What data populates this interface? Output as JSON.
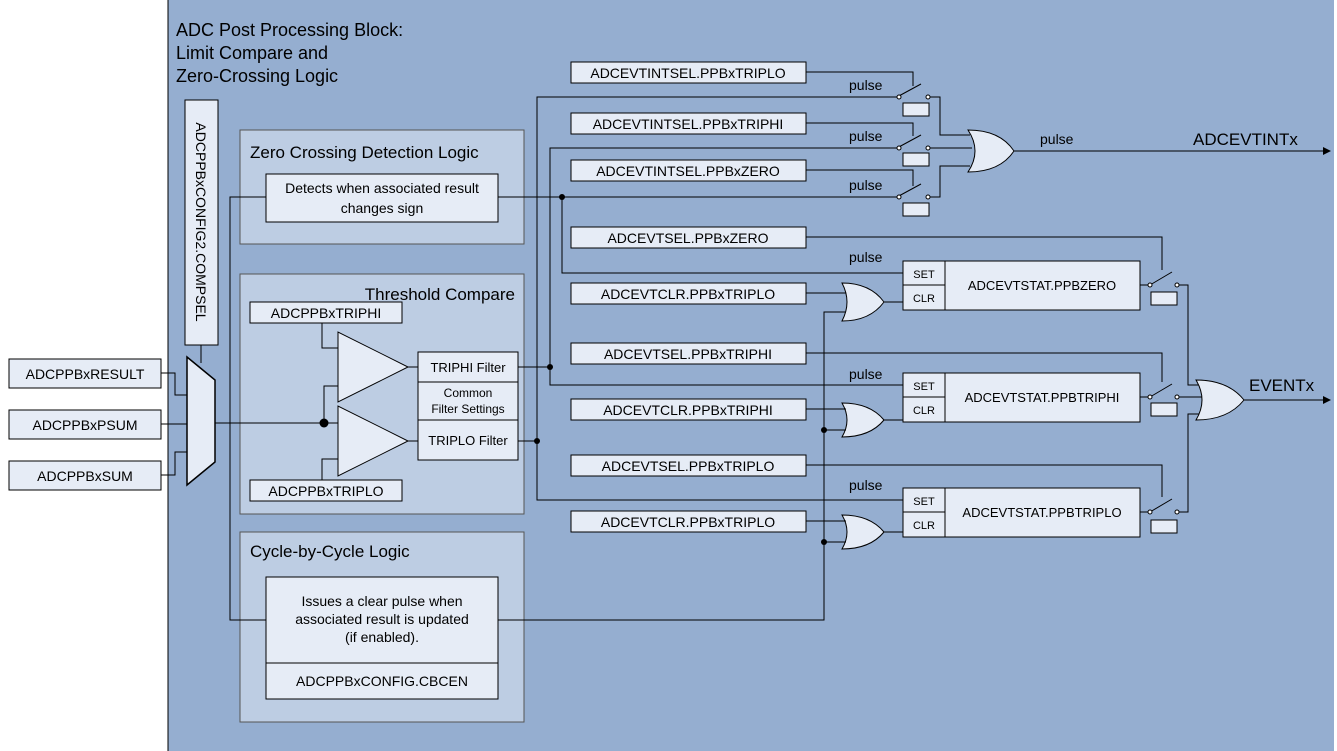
{
  "block": {
    "title_lines": [
      "ADC Post Processing Block:",
      "Limit Compare and",
      "Zero-Crossing Logic"
    ]
  },
  "inputs": {
    "result": "ADCPPBxRESULT",
    "psum": "ADCPPBxPSUM",
    "sum": "ADCPPBxSUM",
    "mux_select": "ADCPPBxCONFIG2.COMPSEL"
  },
  "zero_crossing": {
    "title": "Zero Crossing Detection Logic",
    "detector_lines": [
      "Detects when associated result",
      "changes sign"
    ]
  },
  "threshold": {
    "title": "Threshold Compare",
    "triphi": "ADCPPBxTRIPHI",
    "triplo": "ADCPPBxTRIPLO",
    "triphi_filter": "TRIPHI Filter",
    "triplo_filter": "TRIPLO Filter",
    "common_filter_lines": [
      "Common",
      "Filter Settings"
    ]
  },
  "cbc": {
    "title": "Cycle-by-Cycle Logic",
    "desc_lines": [
      "Issues a clear pulse when",
      "associated result is updated",
      "(if enabled)."
    ],
    "enable": "ADCPPBxCONFIG.CBCEN"
  },
  "interrupt_selects": {
    "triplo": "ADCEVTINTSEL.PPBxTRIPLO",
    "triphi": "ADCEVTINTSEL.PPBxTRIPHI",
    "zero": "ADCEVTINTSEL.PPBxZERO"
  },
  "event_path": {
    "sel_zero": "ADCEVTSEL.PPBxZERO",
    "clr_triplo_1": "ADCEVTCLR.PPBxTRIPLO",
    "sel_triphi": "ADCEVTSEL.PPBxTRIPHI",
    "clr_triphi": "ADCEVTCLR.PPBxTRIPHI",
    "sel_triplo": "ADCEVTSEL.PPBxTRIPLO",
    "clr_triplo_2": "ADCEVTCLR.PPBxTRIPLO"
  },
  "status": {
    "zero": "ADCEVTSTAT.PPBZERO",
    "triphi": "ADCEVTSTAT.PPBTRIPHI",
    "triplo": "ADCEVTSTAT.PPBTRIPLO",
    "set": "SET",
    "clr": "CLR"
  },
  "labels": {
    "pulse": "pulse"
  },
  "outputs": {
    "interrupt": "ADCEVTINTx",
    "event": "EVENTx"
  },
  "colors": {
    "panel": "#95aed0",
    "section": "#bdcde3",
    "box": "#e6ecf6",
    "line": "#000000"
  }
}
